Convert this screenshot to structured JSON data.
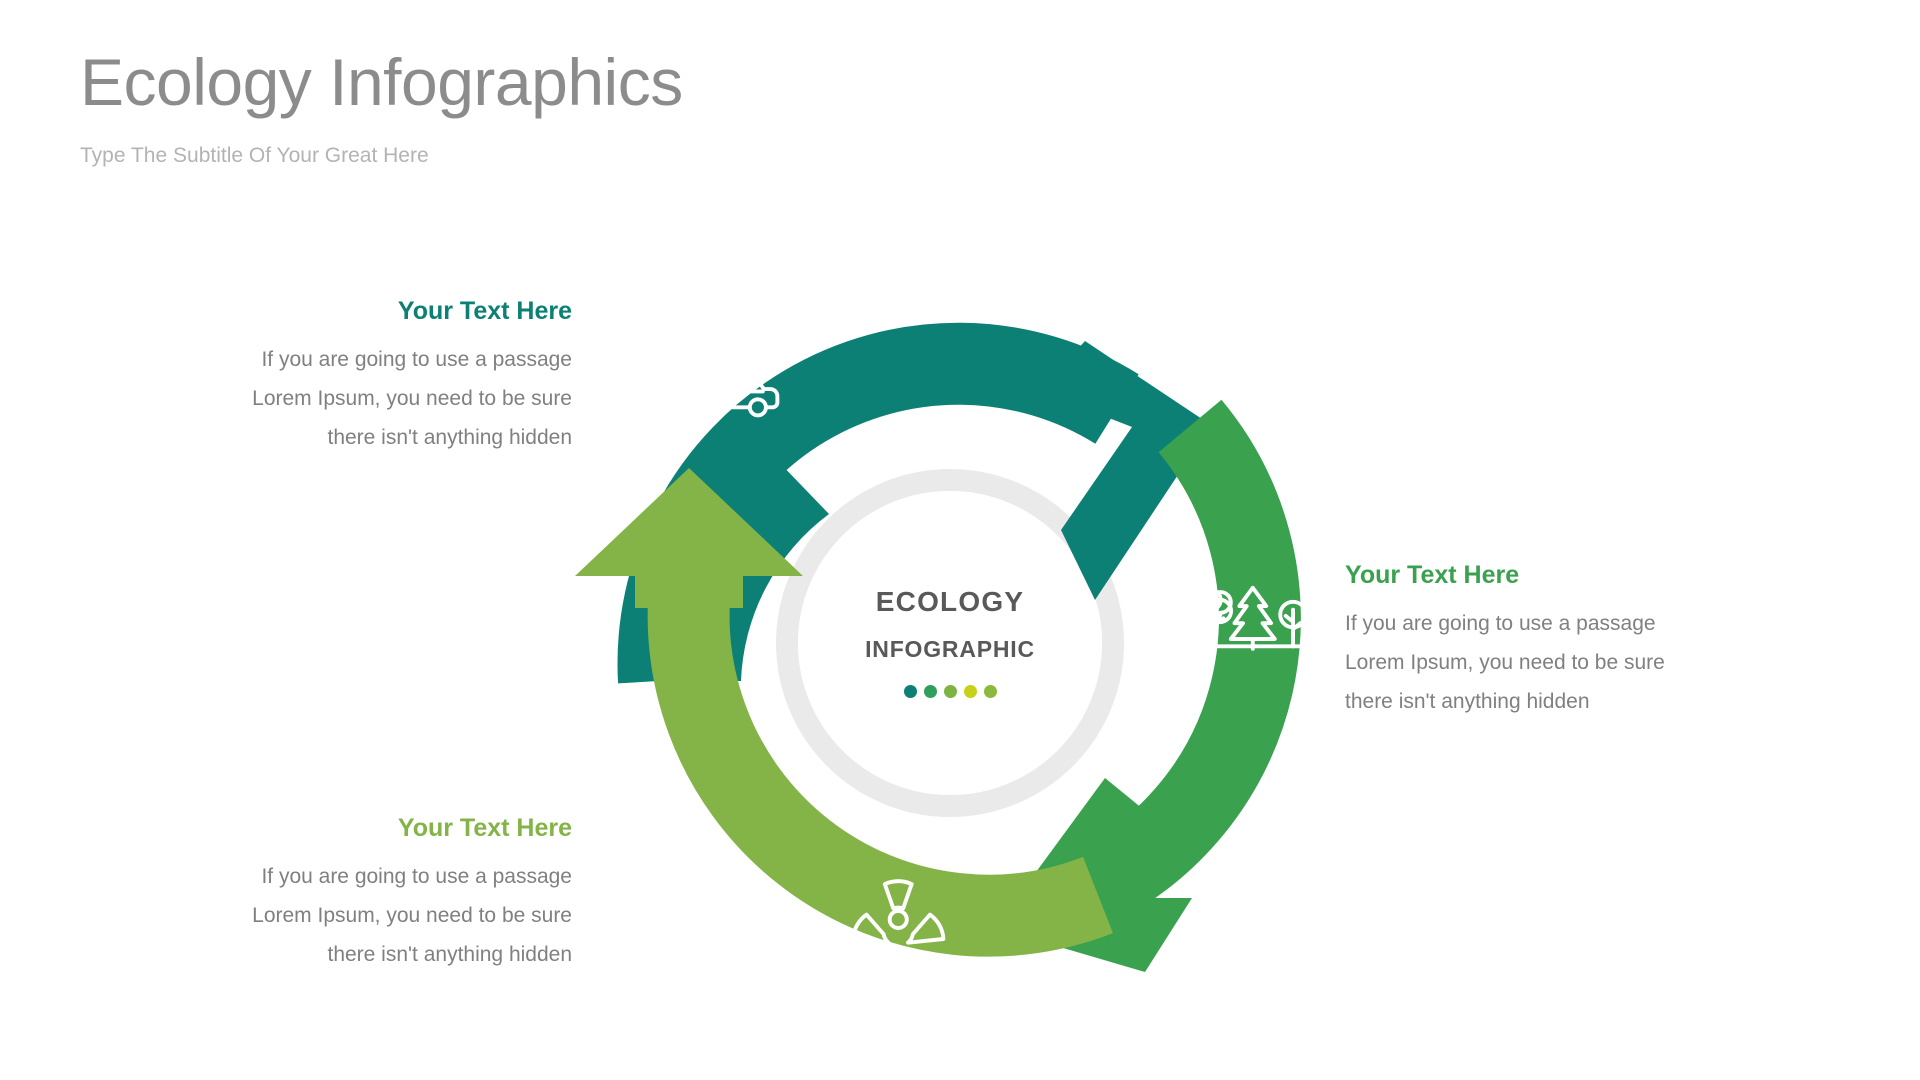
{
  "header": {
    "title": "Ecology Infographics",
    "subtitle": "Type The Subtitle Of Your Great Here"
  },
  "center": {
    "title": "ECOLOGY",
    "subtitle": "INFOGRAPHIC",
    "dot_colors": [
      "#0c8074",
      "#2fa05c",
      "#7cb342",
      "#c6d117",
      "#8bb93c"
    ]
  },
  "callouts": [
    {
      "id": "top-left",
      "title": "Your Text Here",
      "title_color": "#0c8074",
      "align": "right",
      "lines": [
        "If you are going to use a passage",
        "Lorem Ipsum, you need to be sure",
        "there isn't anything hidden"
      ]
    },
    {
      "id": "right",
      "title": "Your Text Here",
      "title_color": "#3aa14f",
      "align": "left",
      "lines": [
        "If you are going to use a passage",
        "Lorem Ipsum, you need to be sure",
        "there isn't anything hidden"
      ]
    },
    {
      "id": "bottom-left",
      "title": "Your Text Here",
      "title_color": "#84b448",
      "align": "right",
      "lines": [
        "If you are going to use a passage",
        "Lorem Ipsum, you need to be sure",
        "there isn't anything hidden"
      ]
    }
  ],
  "wheel": {
    "segments": [
      {
        "id": "teal",
        "color": "#0c8074",
        "icon": "electric-car-icon"
      },
      {
        "id": "green",
        "color": "#3aa14f",
        "icon": "trees-icon"
      },
      {
        "id": "light-green",
        "color": "#84b448",
        "icon": "radiation-icon"
      }
    ],
    "ring_color": "#eaeaea",
    "ring_inner_color": "#ffffff"
  }
}
